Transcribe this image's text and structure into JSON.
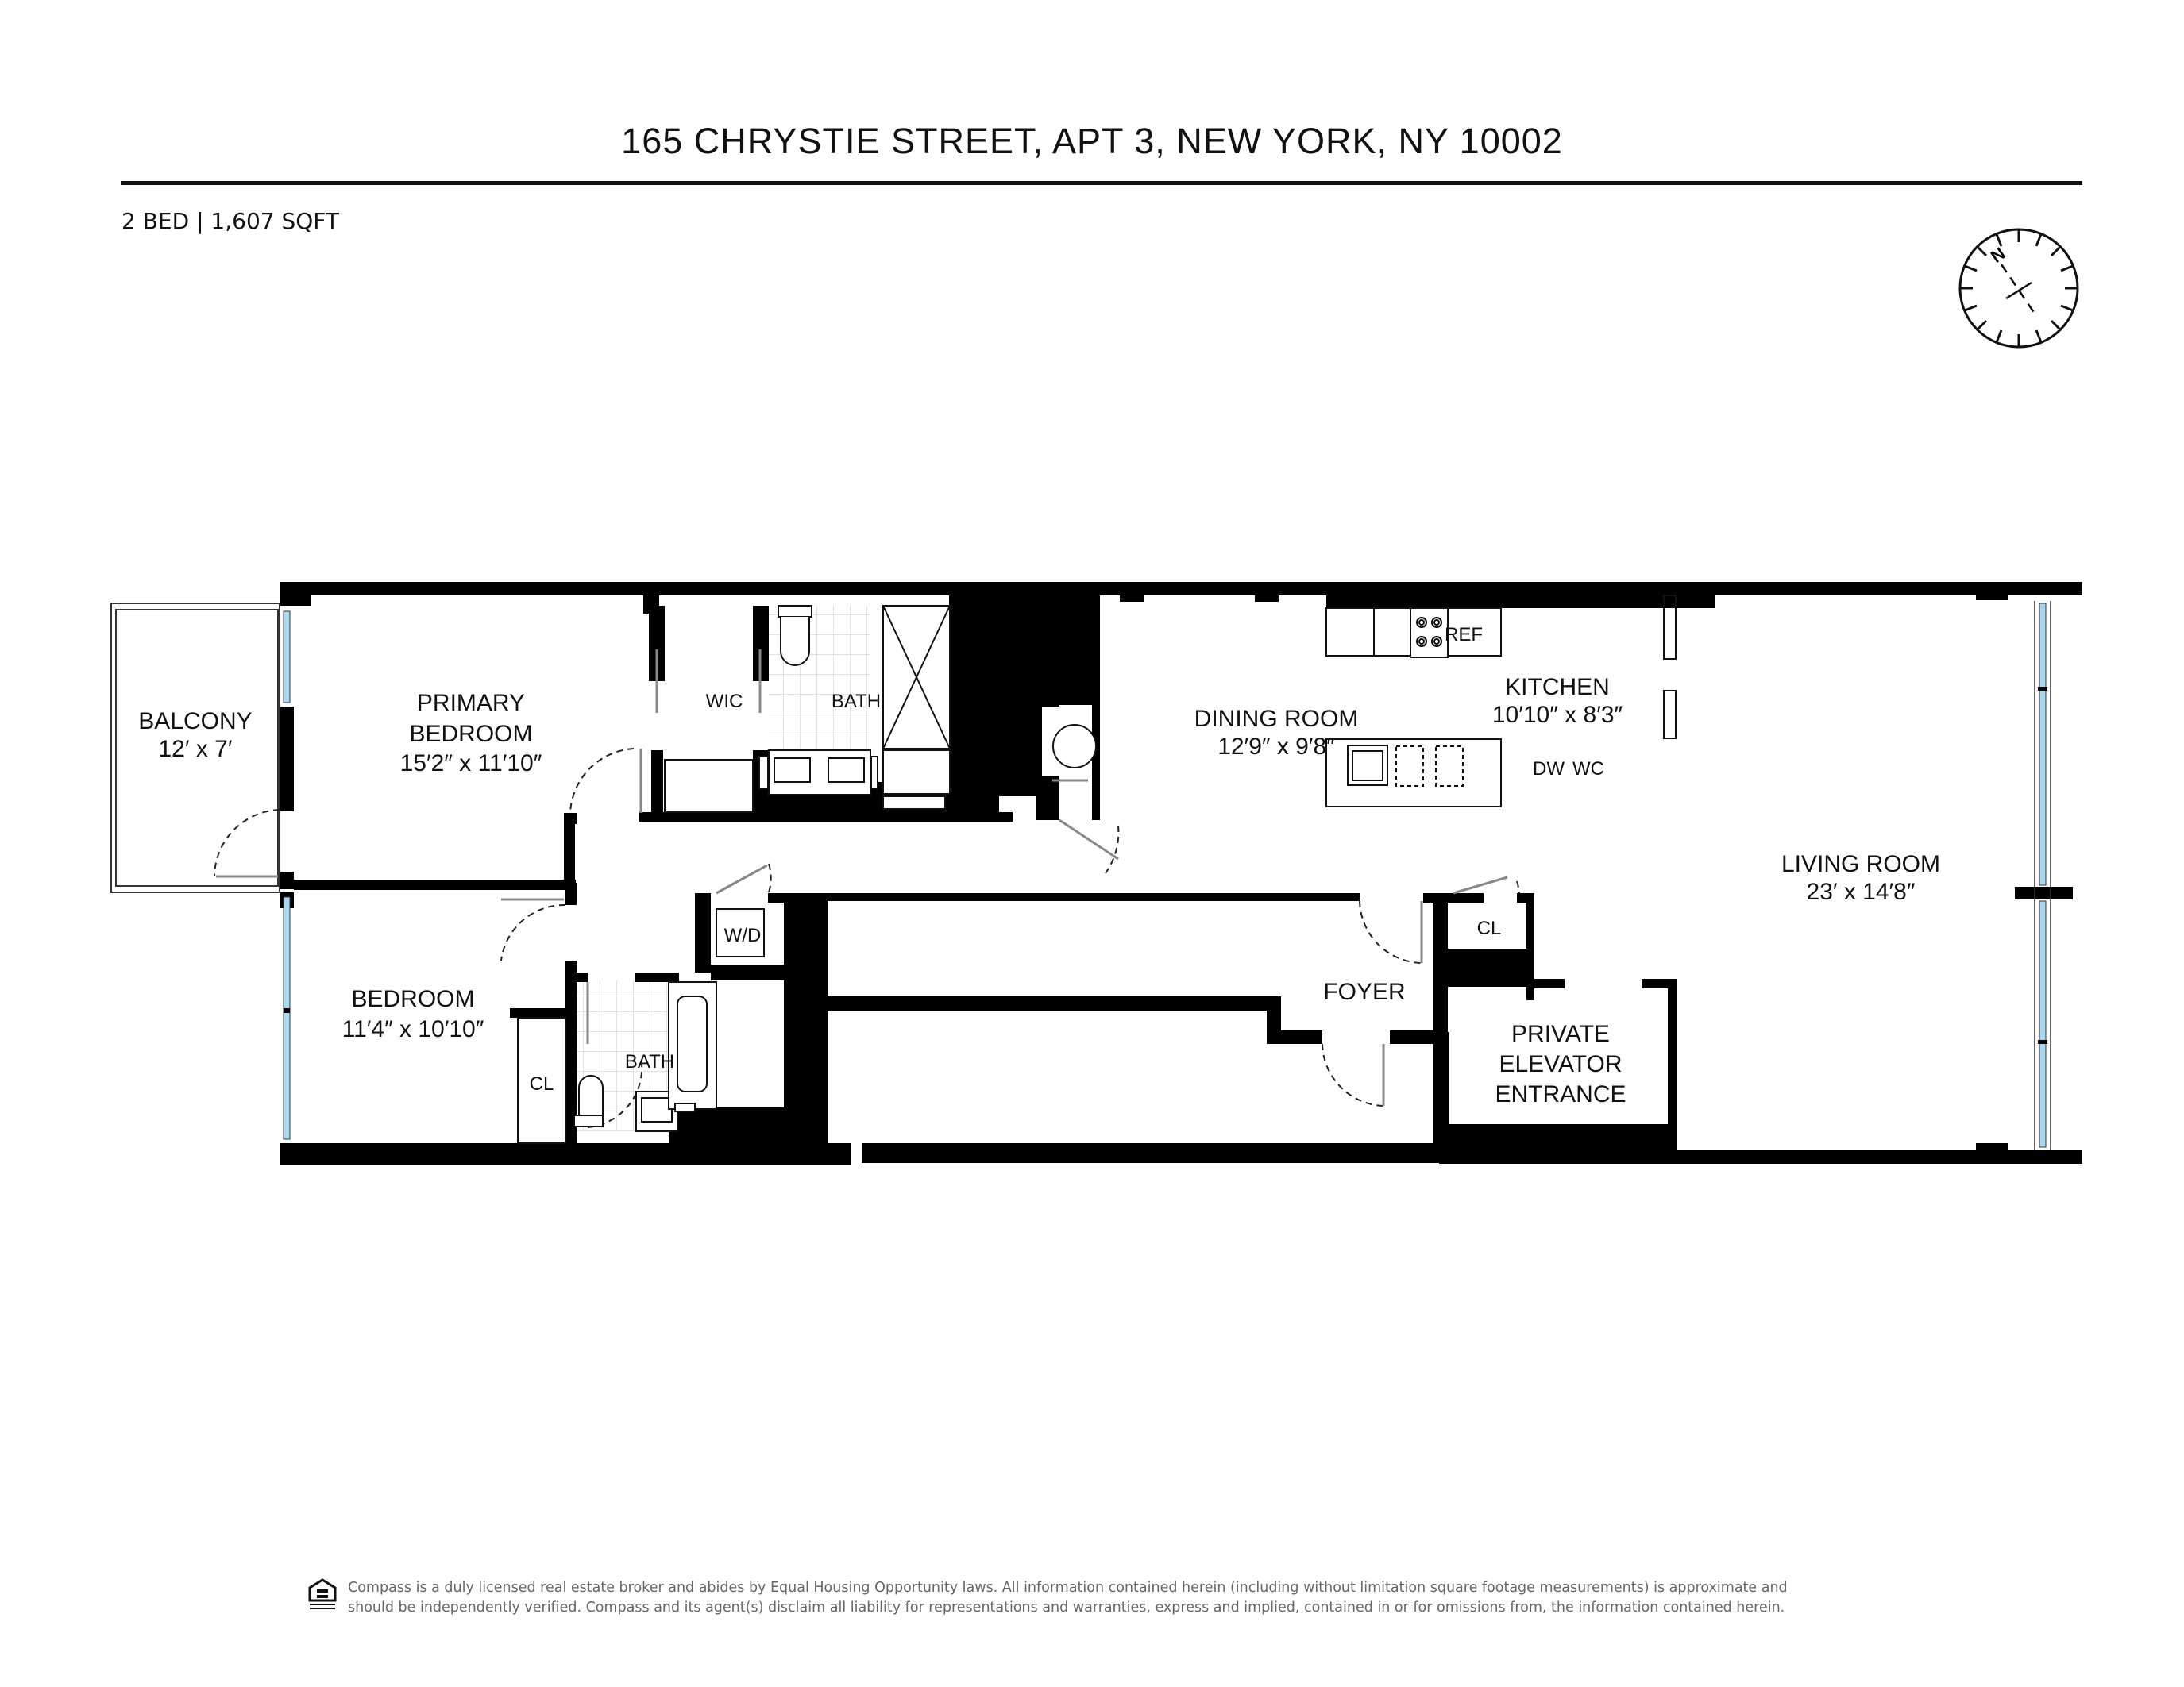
{
  "header": {
    "address": "165 CHRYSTIE STREET, APT 3, NEW YORK, NY 10002",
    "summary": "2 BED | 1,607 SQFT"
  },
  "compass": {
    "icon": "compass-north-icon",
    "north_label": "N"
  },
  "rooms": {
    "balcony": {
      "name": "BALCONY",
      "dims": "12′ x 7′"
    },
    "primary_bedroom": {
      "name_line1": "PRIMARY",
      "name_line2": "BEDROOM",
      "dims": "15′2″ x 11′10″"
    },
    "wic": {
      "name": "WIC"
    },
    "primary_bath": {
      "name": "BATH"
    },
    "dining_room": {
      "name": "DINING ROOM",
      "dims": "12′9″ x 9′8″"
    },
    "kitchen": {
      "name": "KITCHEN",
      "dims": "10′10″ x 8′3″"
    },
    "living_room": {
      "name": "LIVING ROOM",
      "dims": "23′ x 14′8″"
    },
    "bedroom": {
      "name": "BEDROOM",
      "dims": "11′4″ x 10′10″"
    },
    "bedroom_closet": {
      "name": "CL"
    },
    "hall_bath": {
      "name": "BATH"
    },
    "laundry": {
      "name": "W/D"
    },
    "foyer": {
      "name": "FOYER"
    },
    "foyer_closet": {
      "name": "CL"
    },
    "elevator": {
      "name_line1": "PRIVATE",
      "name_line2": "ELEVATOR",
      "name_line3": "ENTRANCE"
    }
  },
  "fixtures": {
    "refrigerator": "REF",
    "dishwasher": "DW",
    "wine_cooler": "WC"
  },
  "colors": {
    "wall": "#000000",
    "window_glass": "#a8d8f0",
    "tile_grid": "#d9d9d9",
    "door_leaf": "#bdbdbd",
    "disclaimer_text": "#666666"
  },
  "footer": {
    "logo": "equal-housing-opportunity-icon",
    "disclaimer_line1": "Compass is a duly licensed real estate broker and abides by Equal Housing Opportunity laws. All information contained herein (including without limitation square footage measurements) is approximate and",
    "disclaimer_line2": "should be independently verified. Compass and its agent(s) disclaim all liability for representations and warranties, express and implied, contained in or for omissions from, the information contained herein."
  }
}
